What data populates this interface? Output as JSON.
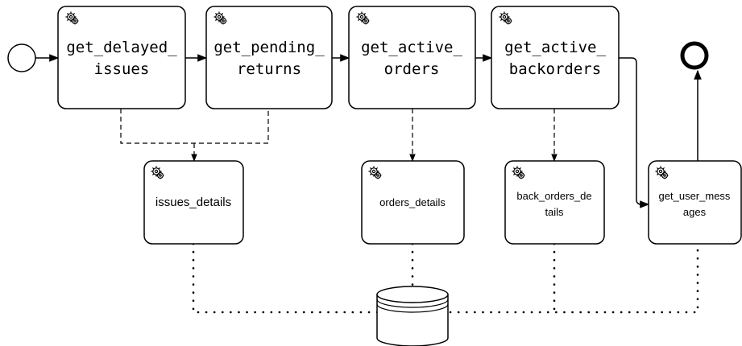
{
  "tasks": {
    "get_delayed_issues": [
      "get_delayed_",
      "issues"
    ],
    "get_pending_returns": [
      "get_pending_",
      "returns"
    ],
    "get_active_orders": [
      "get_active_",
      "orders"
    ],
    "get_active_backorders": [
      "get_active_",
      "backorders"
    ],
    "issues_details": [
      "issues_details"
    ],
    "orders_details": [
      "orders_details"
    ],
    "back_orders_details": [
      "back_orders_de",
      "tails"
    ],
    "get_user_messages": [
      "get_user_mess",
      "ages"
    ]
  },
  "icons": {
    "task": "gear-icon",
    "start": "start-event",
    "end": "end-event",
    "store": "data-store-icon"
  },
  "colors": {
    "stroke": "#000000",
    "fill": "#ffffff"
  }
}
